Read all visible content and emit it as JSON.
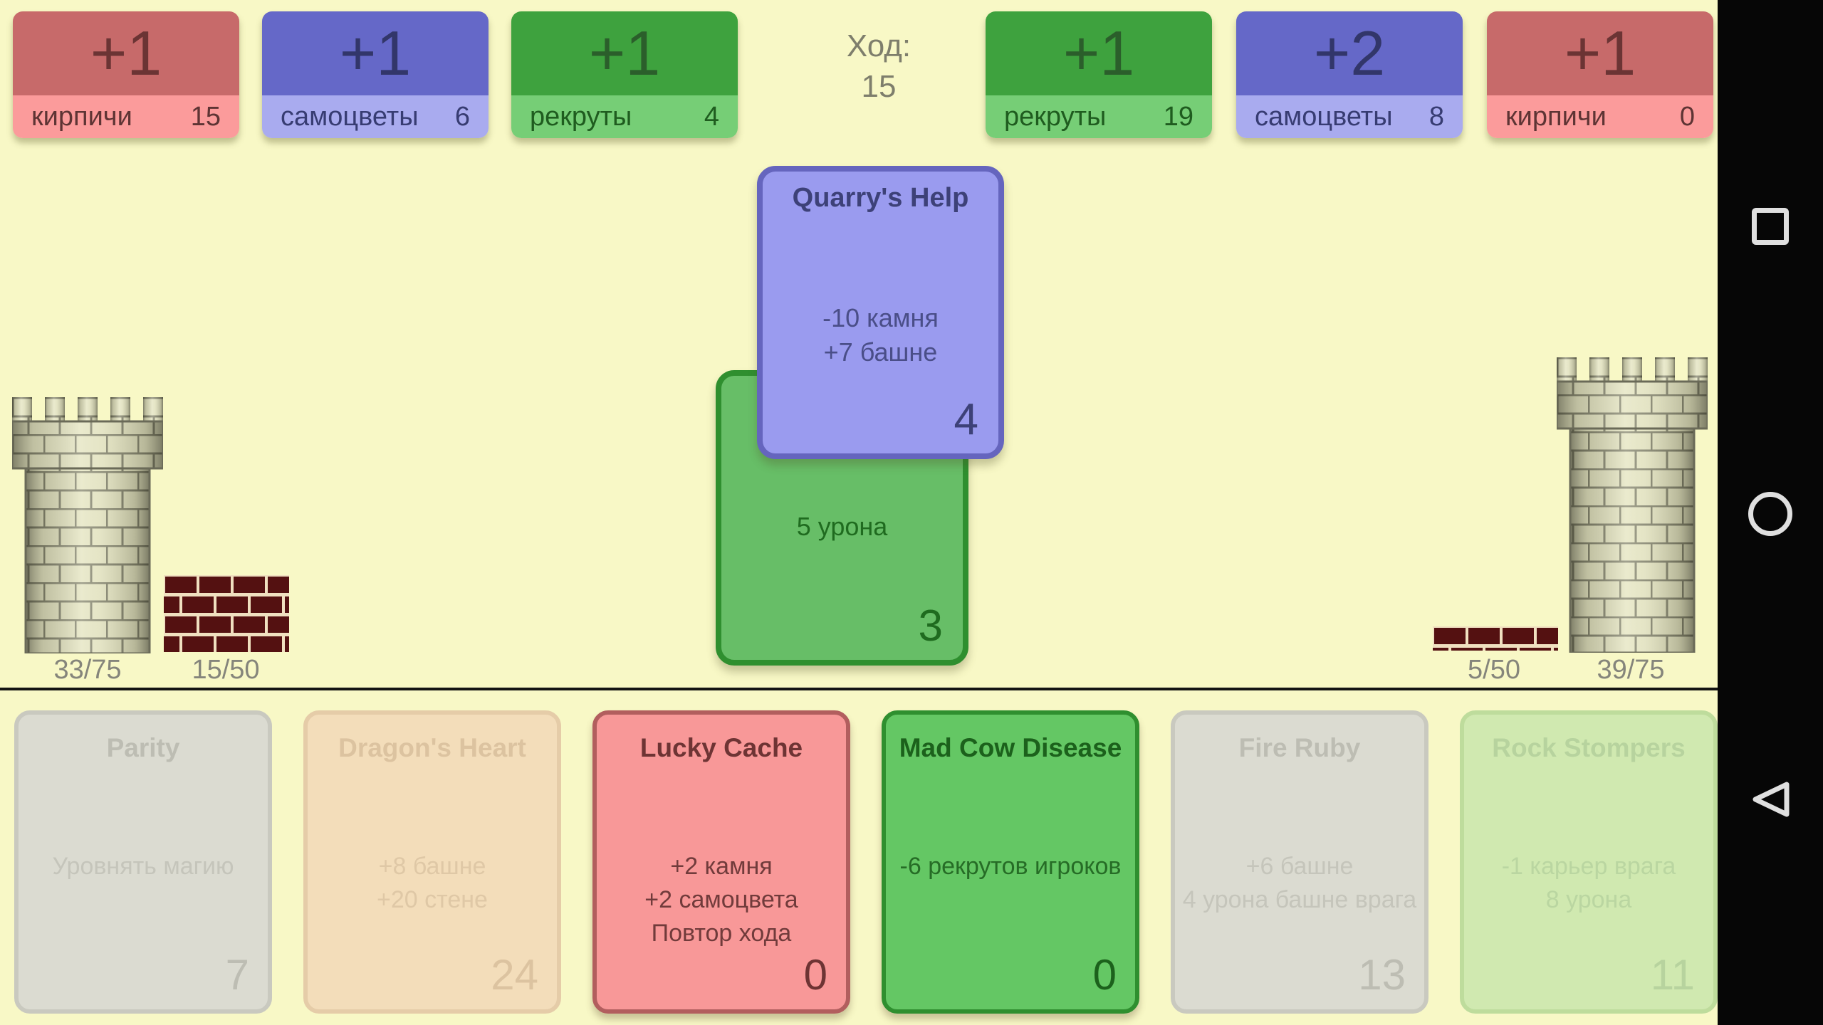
{
  "colors": {
    "background": "#F8F8C6",
    "divider": "#141414",
    "navbar_bg": "#060606",
    "nav_icon": "#DFDFDF",
    "turn_text": "#7E7E6C",
    "castle_label_text": "#85857B",
    "brick_dark": "#541111",
    "mortar": "#F0E0C0",
    "stone": "#DFDFBE"
  },
  "turn": {
    "line1": "Ход:",
    "line2": "15"
  },
  "resources": [
    {
      "gain": "+1",
      "label": "кирпичи",
      "value": "15",
      "style": "--top:#C76A6A;--strip:#FB9B9B;--plus:#6B3434;--lab:#5E3434"
    },
    {
      "gain": "+1",
      "label": "самоцветы",
      "value": "6",
      "style": "--top:#6568C8;--strip:#A9ABEF;--plus:#32366A;--lab:#373C72"
    },
    {
      "gain": "+1",
      "label": "рекруты",
      "value": "4",
      "style": "--top:#3EA23E;--strip:#76CE76;--plus:#2B5E2B;--lab:#1F5C1F"
    },
    {
      "gain": "+1",
      "label": "рекруты",
      "value": "19",
      "style": "--top:#3EA23E;--strip:#76CE76;--plus:#2B5E2B;--lab:#1F5C1F"
    },
    {
      "gain": "+2",
      "label": "самоцветы",
      "value": "8",
      "style": "--top:#6568C8;--strip:#A9ABEF;--plus:#32366A;--lab:#373C72"
    },
    {
      "gain": "+1",
      "label": "кирпичи",
      "value": "0",
      "style": "--top:#C76A6A;--strip:#FB9B9B;--plus:#6B3434;--lab:#5E3434"
    }
  ],
  "played": {
    "back": {
      "body": "5 урона",
      "cost": "3",
      "style": "--bg:#67BE67;--bd:#2F8F2F;--ti:#1F6B1F;--tx:#1F6B1F;--bodytop:188px"
    },
    "front": {
      "title": "Quarry's Help",
      "lines": [
        "-10 камня",
        "+7 башне"
      ],
      "cost": "4",
      "style": "--bg:#9A9BEF;--bd:#6565BE;--ti:#3D4178;--tx:#4A4E88;--bodytop:182px"
    }
  },
  "castles": {
    "left_tower_hp": "33/75",
    "left_wall_hp": "15/50",
    "right_wall_hp": "5/50",
    "right_tower_hp": "39/75"
  },
  "hand": [
    {
      "title": "Parity",
      "lines": [
        "Уровнять магию"
      ],
      "cost": "7",
      "style": "--bg:#DBDBD1;--bd:#C9C9BF;--ti:#BDBDB3;--tx:#C5C5BB"
    },
    {
      "title": "Dragon's Heart",
      "lines": [
        "+8 башне",
        "+20 стене"
      ],
      "cost": "24",
      "style": "--bg:#F3DDBA;--bd:#E5CCA8;--ti:#DCC3A0;--tx:#DFC8A6"
    },
    {
      "title": "Lucky Cache",
      "lines": [
        "+2 камня",
        "+2 самоцвета",
        "Повтор хода"
      ],
      "cost": "0",
      "style": "--bg:#F89898;--bd:#B25E5E;--ti:#6E3434;--tx:#713B3B"
    },
    {
      "title": "Mad Cow Disease",
      "lines": [
        "-6 рекрутов игроков"
      ],
      "cost": "0",
      "style": "--bg:#64C764;--bd:#2F8F2F;--ti:#1C611C;--tx:#266C26"
    },
    {
      "title": "Fire Ruby",
      "lines": [
        "+6 башне",
        "4 урона башне врага"
      ],
      "cost": "13",
      "style": "--bg:#DBDBD1;--bd:#C9C9BF;--ti:#BDBDB3;--tx:#C5C5BB"
    },
    {
      "title": "Rock Stompers",
      "lines": [
        "-1 карьер врага",
        "8 урона"
      ],
      "cost": "11",
      "style": "--bg:#D0E9B0;--bd:#BEDC9C;--ti:#B7D39E;--tx:#BAD6A1"
    }
  ],
  "nav": {
    "recents_icon": "recents-square",
    "home_icon": "home-circle",
    "back_icon": "back-triangle"
  }
}
